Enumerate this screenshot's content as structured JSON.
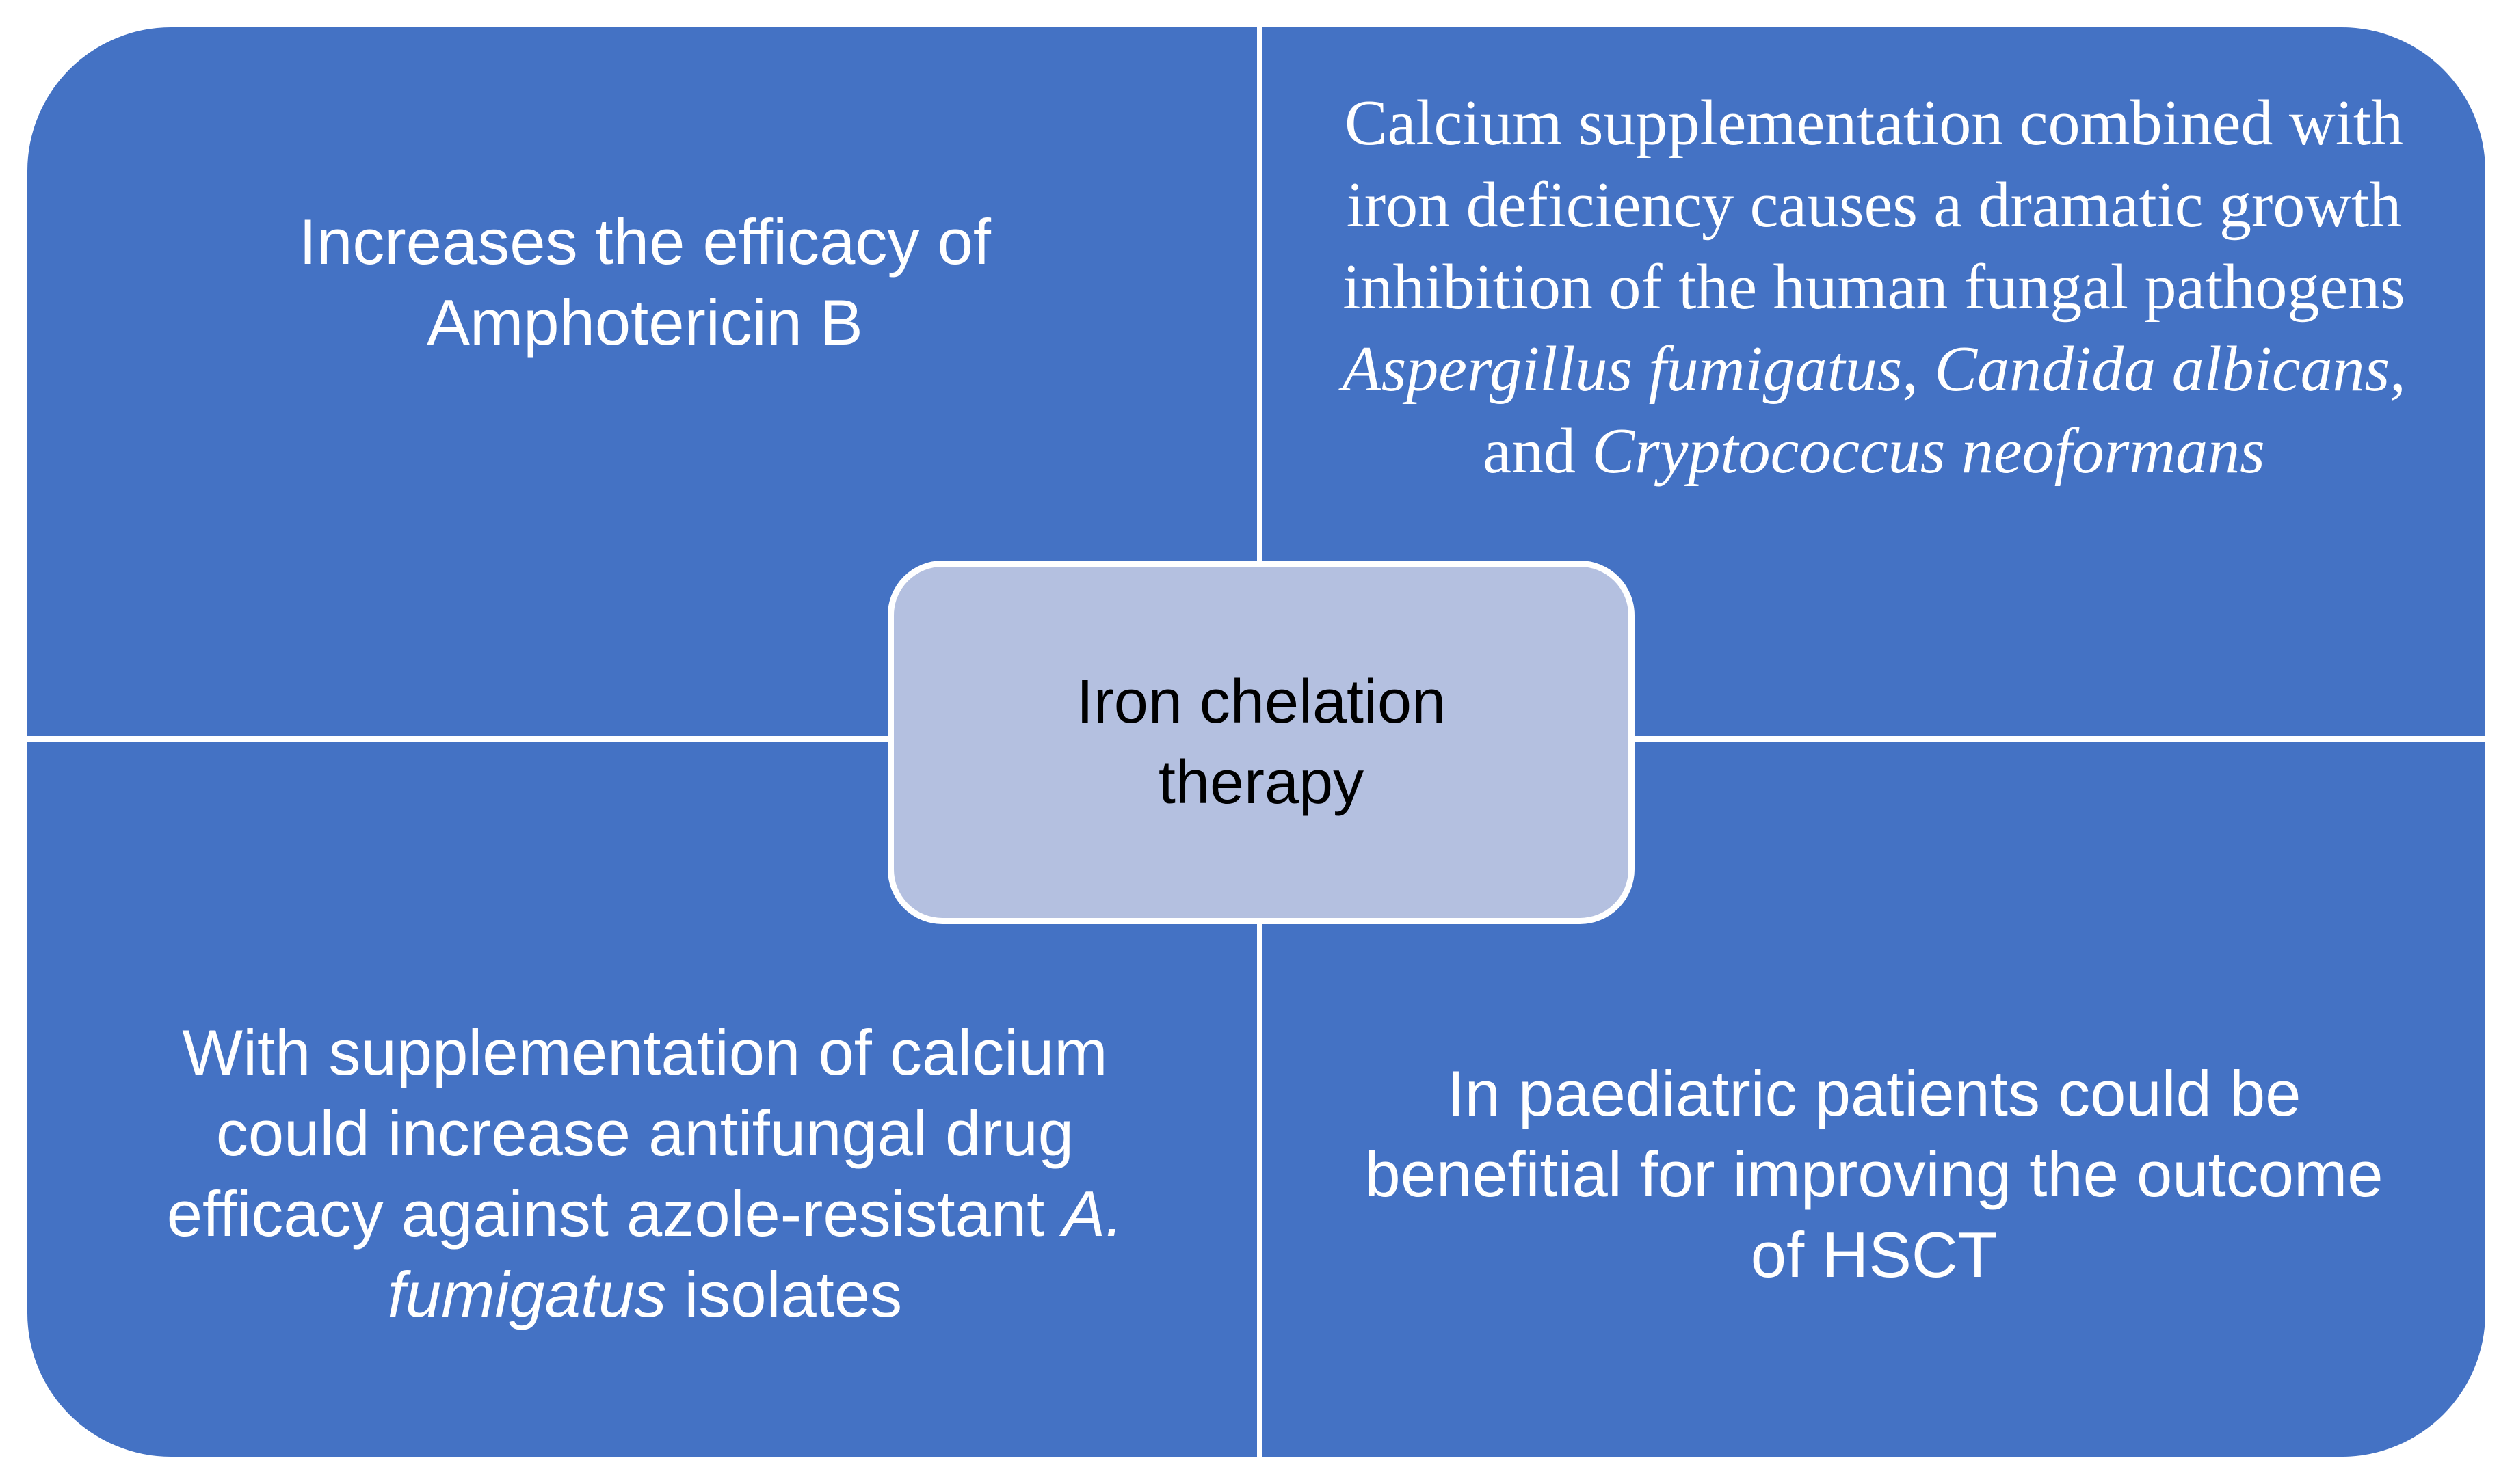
{
  "center": {
    "line1": "Iron chelation",
    "line2": "therapy"
  },
  "top_left": {
    "line1": "Increases the efficacy of",
    "line2": "Amphotericin B"
  },
  "top_right": {
    "line1": "Calcium supplementation combined with",
    "line2": "iron deficiency causes a dramatic growth",
    "line3": "inhibition of the human fungal pathogens",
    "line4_species1": "Aspergillus fumigatus",
    "line4_sep1": ", ",
    "line4_species2": "Candida albicans",
    "line4_sep2": ",",
    "line5_and": "and ",
    "line5_species3": "Cryptococcus neoformans"
  },
  "bottom_left": {
    "line1": "With supplementation of calcium",
    "line2": "could increase antifungal drug",
    "line3_text": "efficacy against azole-resistant ",
    "line3_italic": "A.",
    "line4_italic": "fumigatus",
    "line4_text": " isolates"
  },
  "bottom_right": {
    "line1": "In paediatric patients could be",
    "line2": "benefitial for improving the outcome",
    "line3": "of HSCT"
  },
  "colors": {
    "quadrant_fill": "#4472c4",
    "center_fill": "#b4c0e0",
    "divider": "#ffffff"
  }
}
